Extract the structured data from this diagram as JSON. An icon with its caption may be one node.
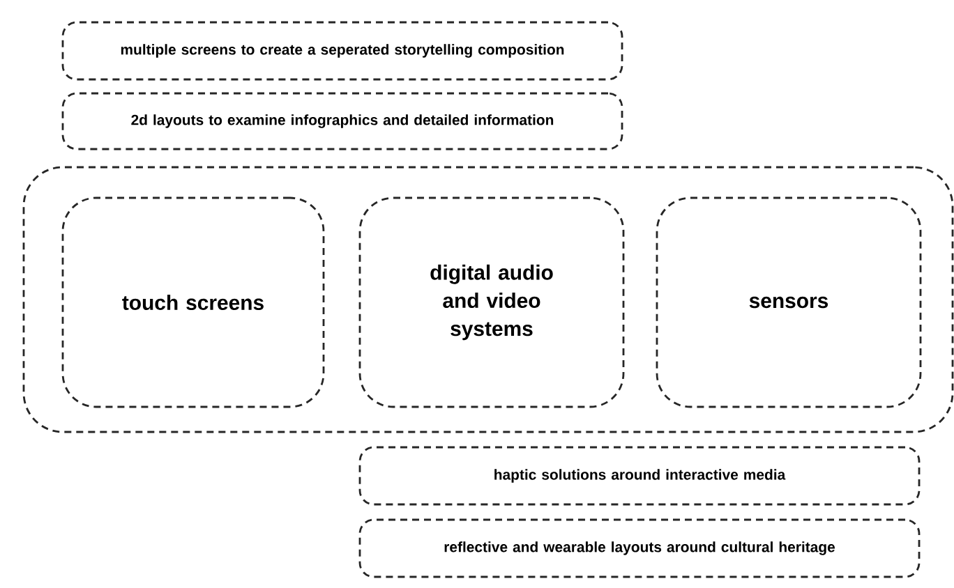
{
  "diagram": {
    "nodes": [
      {
        "text": [
          "multiple screens to create a seperated storytelling composition"
        ]
      },
      {
        "text": [
          "2d layouts to examine infographics and detailed information"
        ]
      },
      {
        "text": [],
        "shape": "box"
      },
      {
        "text": [
          "touch screens"
        ],
        "in": 2
      },
      {
        "text": [
          "digital audio and video systems"
        ],
        "in": 2
      },
      {
        "text": [
          "sensors"
        ],
        "in": 2
      },
      {
        "text": [
          "haptic solutions around interactive media"
        ]
      },
      {
        "text": [
          "reflective and wearable layouts around cultural heritage"
        ]
      }
    ]
  }
}
